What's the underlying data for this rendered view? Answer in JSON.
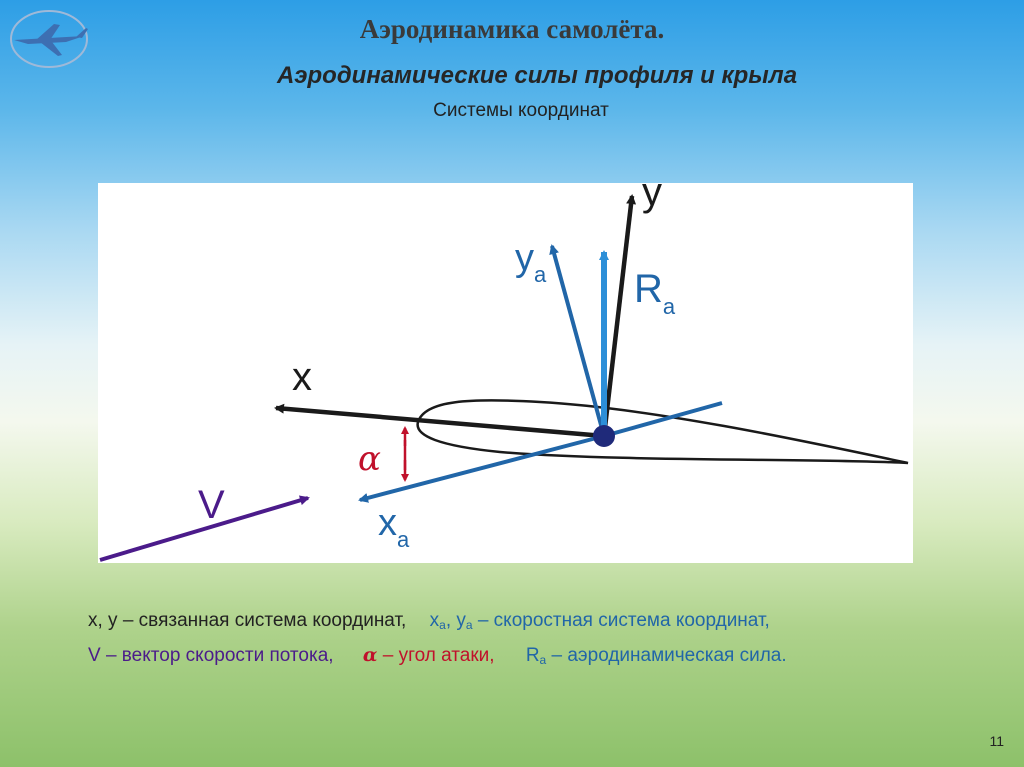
{
  "header": {
    "title": "Аэродинамика  самолёта.",
    "subtitle": "Аэродинамические силы профиля и крыла",
    "section": "Системы координат"
  },
  "diagram": {
    "labels": {
      "y": "y",
      "ya_main": "y",
      "ya_sub": "a",
      "Ra_main": "R",
      "Ra_sub": "a",
      "x": "x",
      "xa_main": "x",
      "xa_sub": "a",
      "alpha": "α",
      "V": "V"
    }
  },
  "legend": {
    "line1": {
      "part1": "x, y – связанная система координат,",
      "xa_main": "x",
      "xa_sub": "a",
      "sep": ", ",
      "ya_main": "y",
      "ya_sub": "a",
      "part2": " – скоростная система координат,"
    },
    "line2": {
      "v_text": "V – вектор скорости потока,",
      "alpha_sym": "α",
      "alpha_text": " – угол атаки,",
      "Ra_main": "R",
      "Ra_sub": "a",
      "Ra_text": " – аэродинамическая сила."
    }
  },
  "page": {
    "number": "11"
  },
  "colors": {
    "blue": "#2166a8",
    "purple": "#4b1b8a",
    "red": "#c0112b",
    "black": "#1a1a1a"
  }
}
